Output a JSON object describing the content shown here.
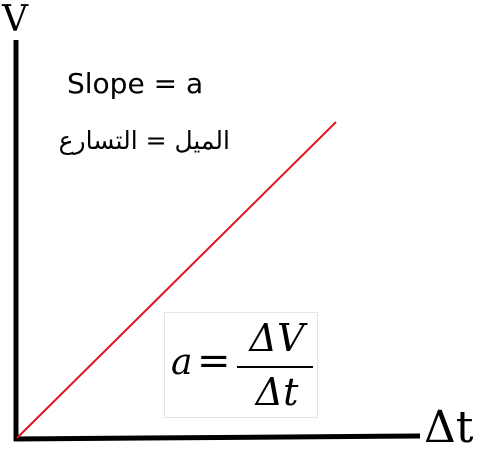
{
  "diagram": {
    "y_axis_label": "V",
    "x_axis_label": "Δt",
    "slope_caption": "Slope = a",
    "arabic_caption": "الميل = التسارع",
    "formula": {
      "lhs": "a",
      "equals": "=",
      "numerator": "ΔV",
      "denominator": "Δt"
    },
    "colors": {
      "axis": "#000000",
      "line": "#e0141e",
      "text": "#000000"
    }
  }
}
